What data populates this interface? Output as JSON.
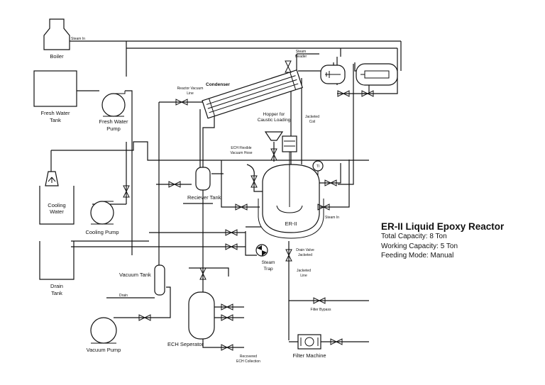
{
  "labels": {
    "boiler": "Boiler",
    "steam_in_top": "Steam In",
    "fresh_water_tank_1": "Fresh Water",
    "fresh_water_tank_2": "Tank",
    "fresh_water_pump_1": "Fresh Water",
    "fresh_water_pump_2": "Pump",
    "cooling_water_1": "Cooling",
    "cooling_water_2": "Water",
    "cooling_pump": "Cooling Pump",
    "drain_tank_1": "Drain",
    "drain_tank_2": "Tank",
    "vacuum_tank": "Vacuum Tank",
    "drain": "Drain",
    "vacuum_pump": "Vacuum Pump",
    "ech_separator": "ECH Seperator",
    "recovered_1": "Recovered",
    "recovered_2": "ECH Collection",
    "reactor_vacuum_1": "Reactor Vacuum",
    "reactor_vacuum_2": "Line",
    "condenser": "Condenser",
    "receiver_tank": "Reciever Tank",
    "ech_flexible_1": "ECH Flexible",
    "ech_flexible_2": "Vacuum Hose",
    "hopper_1": "Hopper for",
    "hopper_2": "Caustic Loading",
    "reactor": "ER-II",
    "steam_trap_1": "Steam",
    "steam_trap_2": "Trap",
    "steam_header_1": "Steam",
    "steam_header_2": "Header",
    "jacketed_coil_1": "Jacketed",
    "jacketed_coil_2": "Coil",
    "steam_in_right": "Steam In",
    "drain_valve_1": "Drain Valve",
    "drain_valve_2": "Jacketed",
    "jacketed_line_1": "Jacketed",
    "jacketed_line_2": "Line",
    "filter_bypass": "Filter Bypass",
    "filter_machine": "Filter Machine",
    "gauge": "TI"
  },
  "info": {
    "title": "ER-II Liquid Epoxy Reactor",
    "total_capacity": "Total Capacity: 8 Ton",
    "working_capacity": "Working Capacity: 5 Ton",
    "feeding_mode": "Feeding Mode: Manual"
  }
}
